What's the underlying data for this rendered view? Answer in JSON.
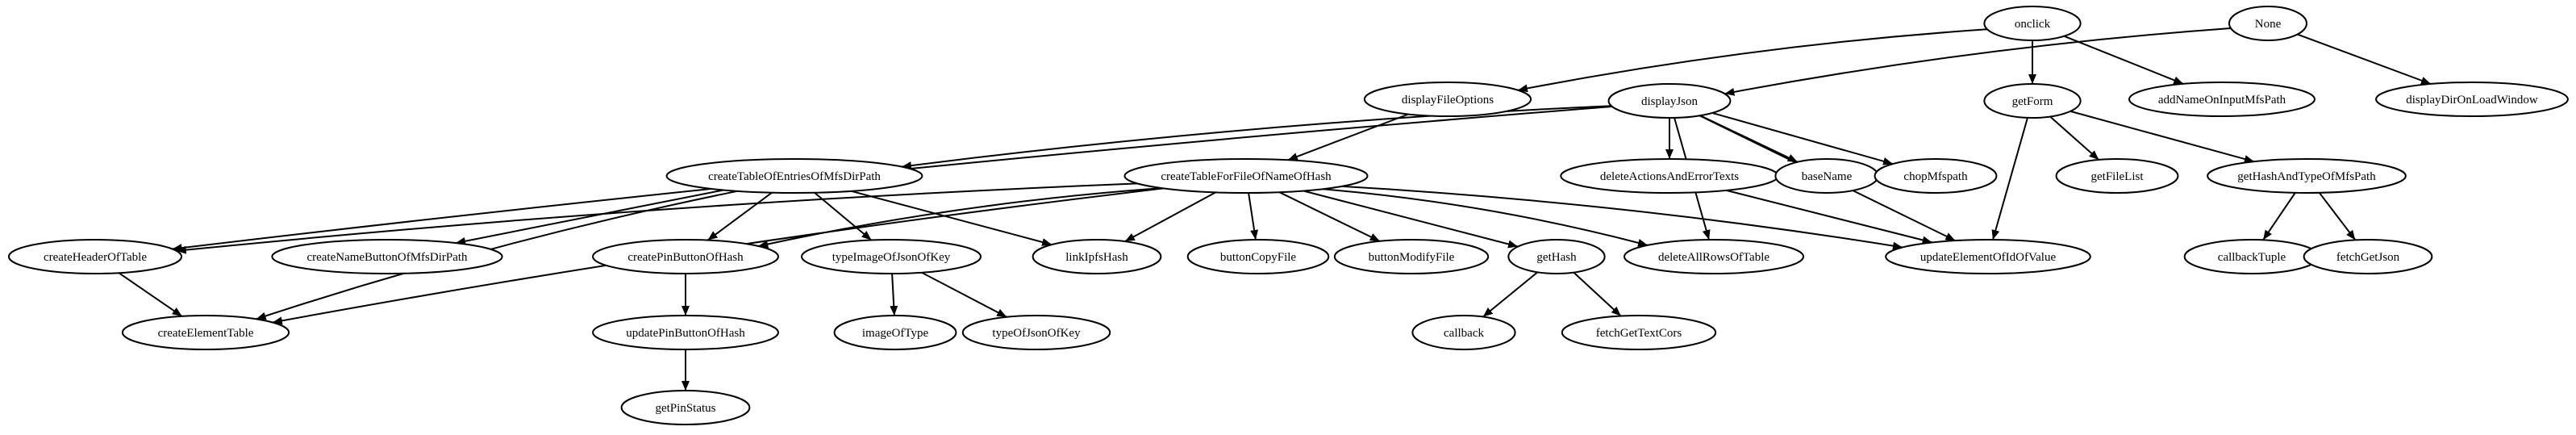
{
  "diagram": {
    "nodes": [
      {
        "id": "onclick",
        "label": "onclick"
      },
      {
        "id": "None",
        "label": "None"
      },
      {
        "id": "displayFileOptions",
        "label": "displayFileOptions"
      },
      {
        "id": "displayJson",
        "label": "displayJson"
      },
      {
        "id": "getForm",
        "label": "getForm"
      },
      {
        "id": "addNameOnInputMfsPath",
        "label": "addNameOnInputMfsPath"
      },
      {
        "id": "displayDirOnLoadWindow",
        "label": "displayDirOnLoadWindow"
      },
      {
        "id": "createTableOfEntriesOfMfsDirPath",
        "label": "createTableOfEntriesOfMfsDirPath"
      },
      {
        "id": "createTableForFileOfNameOfHash",
        "label": "createTableForFileOfNameOfHash"
      },
      {
        "id": "deleteActionsAndErrorTexts",
        "label": "deleteActionsAndErrorTexts"
      },
      {
        "id": "baseName",
        "label": "baseName"
      },
      {
        "id": "chopMfspath",
        "label": "chopMfspath"
      },
      {
        "id": "getFileList",
        "label": "getFileList"
      },
      {
        "id": "getHashAndTypeOfMfsPath",
        "label": "getHashAndTypeOfMfsPath"
      },
      {
        "id": "createHeaderOfTable",
        "label": "createHeaderOfTable"
      },
      {
        "id": "createNameButtonOfMfsDirPath",
        "label": "createNameButtonOfMfsDirPath"
      },
      {
        "id": "createPinButtonOfHash",
        "label": "createPinButtonOfHash"
      },
      {
        "id": "typeImageOfJsonOfKey",
        "label": "typeImageOfJsonOfKey"
      },
      {
        "id": "linkIpfsHash",
        "label": "linkIpfsHash"
      },
      {
        "id": "buttonCopyFile",
        "label": "buttonCopyFile"
      },
      {
        "id": "buttonModifyFile",
        "label": "buttonModifyFile"
      },
      {
        "id": "getHash",
        "label": "getHash"
      },
      {
        "id": "deleteAllRowsOfTable",
        "label": "deleteAllRowsOfTable"
      },
      {
        "id": "updateElementOfIdOfValue",
        "label": "updateElementOfIdOfValue"
      },
      {
        "id": "callbackTuple",
        "label": "callbackTuple"
      },
      {
        "id": "fetchGetJson",
        "label": "fetchGetJson"
      },
      {
        "id": "createElementTable",
        "label": "createElementTable"
      },
      {
        "id": "updatePinButtonOfHash",
        "label": "updatePinButtonOfHash"
      },
      {
        "id": "imageOfType",
        "label": "imageOfType"
      },
      {
        "id": "typeOfJsonOfKey",
        "label": "typeOfJsonOfKey"
      },
      {
        "id": "callback",
        "label": "callback"
      },
      {
        "id": "fetchGetTextCors",
        "label": "fetchGetTextCors"
      },
      {
        "id": "getPinStatus",
        "label": "getPinStatus"
      }
    ],
    "edges": [
      {
        "from": "onclick",
        "to": "displayFileOptions"
      },
      {
        "from": "onclick",
        "to": "getForm"
      },
      {
        "from": "onclick",
        "to": "addNameOnInputMfsPath"
      },
      {
        "from": "None",
        "to": "displayJson"
      },
      {
        "from": "None",
        "to": "displayDirOnLoadWindow"
      },
      {
        "from": "displayFileOptions",
        "to": "createTableForFileOfNameOfHash"
      },
      {
        "from": "displayJson",
        "to": "createTableOfEntriesOfMfsDirPath"
      },
      {
        "from": "displayJson",
        "to": "createHeaderOfTable"
      },
      {
        "from": "displayJson",
        "to": "deleteActionsAndErrorTexts"
      },
      {
        "from": "displayJson",
        "to": "baseName"
      },
      {
        "from": "displayJson",
        "to": "chopMfspath"
      },
      {
        "from": "displayJson",
        "to": "deleteAllRowsOfTable"
      },
      {
        "from": "displayJson",
        "to": "updateElementOfIdOfValue"
      },
      {
        "from": "getForm",
        "to": "getFileList"
      },
      {
        "from": "getForm",
        "to": "getHashAndTypeOfMfsPath"
      },
      {
        "from": "getForm",
        "to": "updateElementOfIdOfValue"
      },
      {
        "from": "getHashAndTypeOfMfsPath",
        "to": "callbackTuple"
      },
      {
        "from": "getHashAndTypeOfMfsPath",
        "to": "fetchGetJson"
      },
      {
        "from": "createTableOfEntriesOfMfsDirPath",
        "to": "createElementTable"
      },
      {
        "from": "createTableOfEntriesOfMfsDirPath",
        "to": "createNameButtonOfMfsDirPath"
      },
      {
        "from": "createTableOfEntriesOfMfsDirPath",
        "to": "createPinButtonOfHash"
      },
      {
        "from": "createTableOfEntriesOfMfsDirPath",
        "to": "typeImageOfJsonOfKey"
      },
      {
        "from": "createTableOfEntriesOfMfsDirPath",
        "to": "linkIpfsHash"
      },
      {
        "from": "createTableForFileOfNameOfHash",
        "to": "createHeaderOfTable"
      },
      {
        "from": "createTableForFileOfNameOfHash",
        "to": "createElementTable"
      },
      {
        "from": "createTableForFileOfNameOfHash",
        "to": "createPinButtonOfHash"
      },
      {
        "from": "createTableForFileOfNameOfHash",
        "to": "linkIpfsHash"
      },
      {
        "from": "createTableForFileOfNameOfHash",
        "to": "buttonCopyFile"
      },
      {
        "from": "createTableForFileOfNameOfHash",
        "to": "buttonModifyFile"
      },
      {
        "from": "createTableForFileOfNameOfHash",
        "to": "getHash"
      },
      {
        "from": "createTableForFileOfNameOfHash",
        "to": "deleteAllRowsOfTable"
      },
      {
        "from": "createTableForFileOfNameOfHash",
        "to": "updateElementOfIdOfValue"
      },
      {
        "from": "deleteActionsAndErrorTexts",
        "to": "updateElementOfIdOfValue"
      },
      {
        "from": "createHeaderOfTable",
        "to": "createElementTable"
      },
      {
        "from": "createPinButtonOfHash",
        "to": "updatePinButtonOfHash"
      },
      {
        "from": "typeImageOfJsonOfKey",
        "to": "imageOfType"
      },
      {
        "from": "typeImageOfJsonOfKey",
        "to": "typeOfJsonOfKey"
      },
      {
        "from": "getHash",
        "to": "callback"
      },
      {
        "from": "getHash",
        "to": "fetchGetTextCors"
      },
      {
        "from": "updatePinButtonOfHash",
        "to": "getPinStatus"
      }
    ]
  }
}
